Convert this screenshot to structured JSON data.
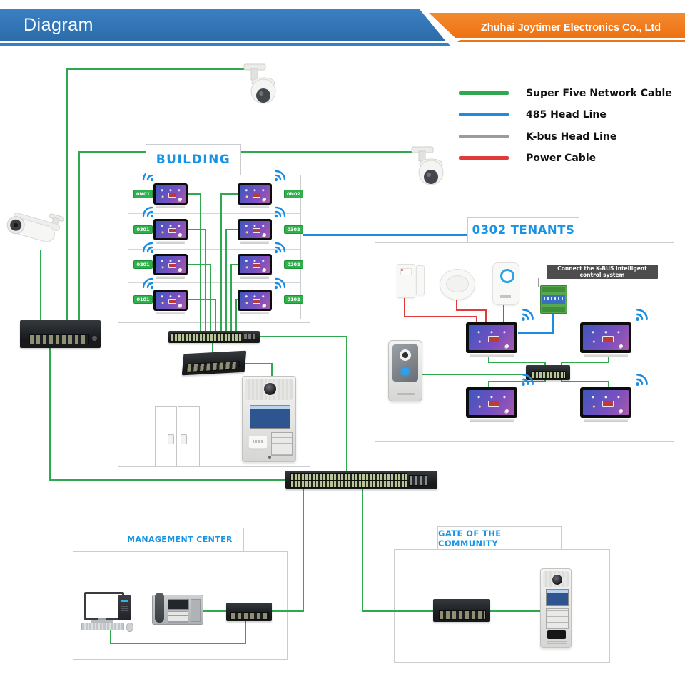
{
  "header": {
    "title": "Diagram",
    "company": "Zhuhai Joytimer Electronics Co., Ltd"
  },
  "legend": {
    "items": [
      {
        "label": "Super Five Network Cable",
        "color": "#2fa84f"
      },
      {
        "label": "485 Head Line",
        "color": "#1b8ce0"
      },
      {
        "label": "K-bus Head Line",
        "color": "#9b9b9b"
      },
      {
        "label": "Power Cable",
        "color": "#e03a3a"
      }
    ]
  },
  "building": {
    "title": "BUILDING",
    "floors": [
      {
        "left_tag": "0N01",
        "right_tag": "0N02"
      },
      {
        "left_tag": "0301",
        "right_tag": "0302"
      },
      {
        "left_tag": "0201",
        "right_tag": "0202"
      },
      {
        "left_tag": "0101",
        "right_tag": "0102"
      }
    ]
  },
  "tenants": {
    "title": "0302 TENANTS",
    "kbus_note": "Connect the K-BUS intelligent control system"
  },
  "management": {
    "title": "MANAGEMENT CENTER"
  },
  "gate": {
    "title": "GATE OF THE COMMUNITY"
  },
  "colors": {
    "banner_blue": "#2e74b5",
    "banner_orange": "#f0781e",
    "section_title_text": "#1795e4",
    "unit_tag": "#2eb04a"
  }
}
